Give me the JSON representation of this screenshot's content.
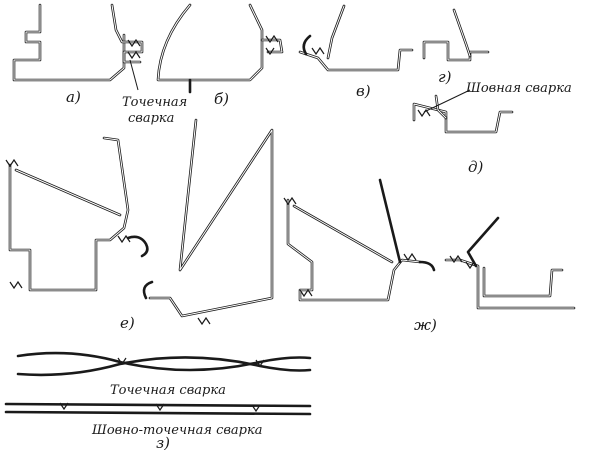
{
  "labels": {
    "a": "а)",
    "b": "б)",
    "v": "в)",
    "g": "г)",
    "d": "д)",
    "e": "е)",
    "zh": "ж)",
    "z": "з)"
  },
  "annotations": {
    "spot_weld_top_line1": "Точечная",
    "spot_weld_top_line2": "сварка",
    "seam_weld": "Шовная сварка",
    "spot_weld_strip": "Точечная сварка",
    "seam_spot_weld_strip": "Шовно-точечная сварка"
  }
}
